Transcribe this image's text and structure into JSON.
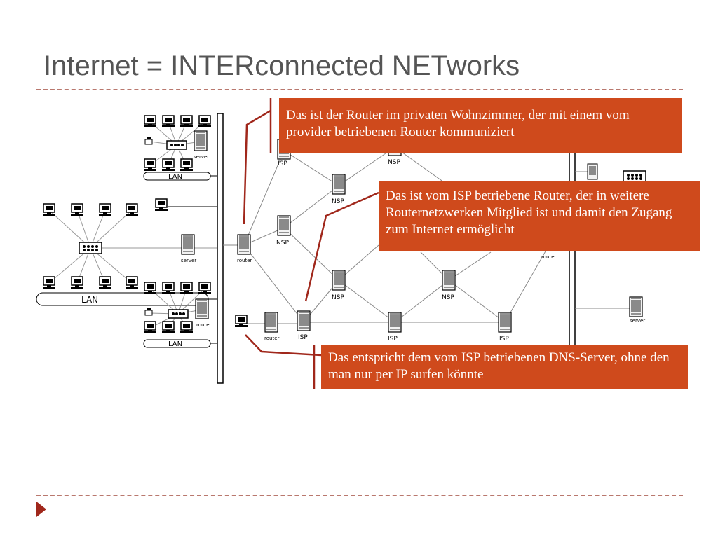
{
  "slide": {
    "title": "Internet = INTERconnected NETworks"
  },
  "diagram": {
    "labels": {
      "lan": "LAN",
      "server": "server",
      "router": "router",
      "isp": "ISP",
      "nsp": "NSP"
    }
  },
  "callouts": {
    "home_router": "Das ist der Router im privaten Wohnzimmer, der mit einem vom provider betriebenen Router kommuniziert",
    "isp_router": "Das ist vom ISP betriebene Router, der in weitere Routernetzwerken Mitglied ist und damit den Zugang zum Internet ermöglicht",
    "dns_server": "Das entspricht dem vom ISP betriebenen DNS-Server, ohne den man nur per IP surfen könnte"
  },
  "colors": {
    "callout_bg": "#cf4a1c",
    "pointer_line": "#a0271b",
    "title_text": "#555555"
  }
}
